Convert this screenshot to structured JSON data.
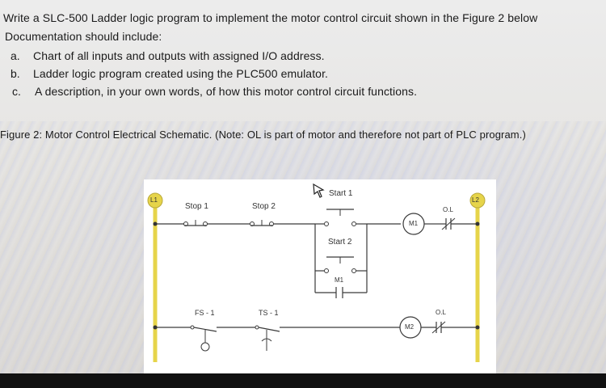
{
  "instructions": {
    "line1": "Write a SLC-500 Ladder logic program to implement the motor control circuit shown in the Figure 2 below",
    "line2": "Documentation should include:",
    "items": [
      {
        "letter": "a.",
        "text": "Chart of all inputs and outputs with assigned I/O address."
      },
      {
        "letter": "b.",
        "text": "Ladder logic program created using the PLC500 emulator."
      },
      {
        "letter": "c.",
        "text": "A description, in your own words, of how this motor control circuit functions."
      }
    ]
  },
  "figure_caption": "Figure 2: Motor Control Electrical Schematic. (Note: OL is part of motor and therefore not part of PLC program.)",
  "schematic": {
    "rail_left": "L1",
    "rail_right": "L2",
    "stop1": "Stop 1",
    "stop2": "Stop 2",
    "start1": "Start 1",
    "start2": "Start 2",
    "m1_contact": "M1",
    "m1_coil": "M1",
    "m2_coil": "M2",
    "ol_top": "O.L",
    "ol_bottom": "O.L",
    "fs": "FS - 1",
    "ts": "TS - 1",
    "rail_color": "#e6d44a",
    "wire_color": "#3a3a3a"
  }
}
